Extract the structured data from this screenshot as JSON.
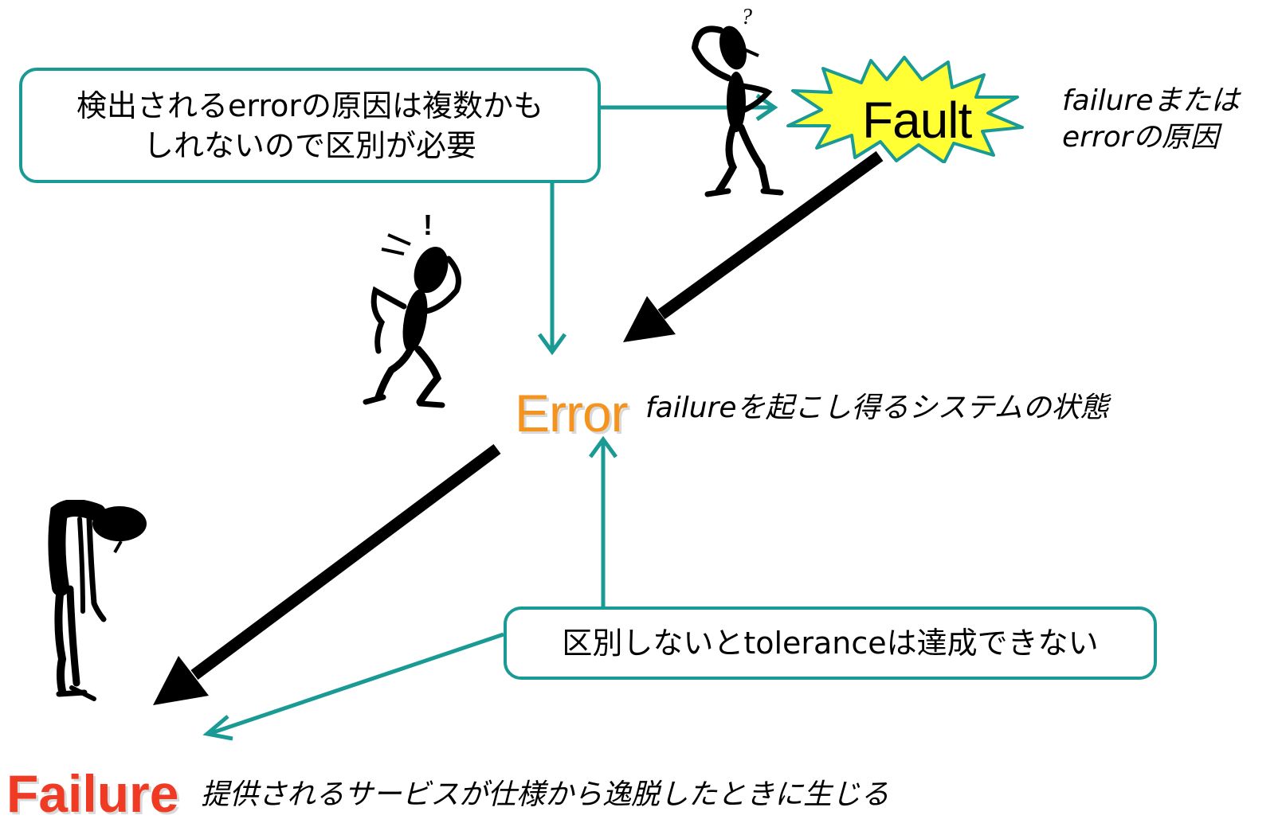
{
  "callouts": {
    "top_line1": "検出されるerrorの原因は複数かも",
    "top_line2": "しれないので区別が必要",
    "bottom": "区別しないとtoleranceは達成できない"
  },
  "terms": {
    "fault": "Fault",
    "error": "Error",
    "failure": "Failure"
  },
  "descriptions": {
    "fault_line1": "failureまたは",
    "fault_line2": "errorの原因",
    "error": "failureを起こし得るシステムの状態",
    "failure": "提供されるサービスが仕様から逸脱したときに生じる"
  },
  "figure_marks": {
    "fault_person": "?",
    "error_person": "!"
  },
  "colors": {
    "callout_border": "#1a9a94",
    "teal_arrow": "#1a9a94",
    "black_arrow": "#000000",
    "error_text": "#f5931f",
    "failure_text": "#ef3b23",
    "fault_burst": "#ffff33"
  },
  "icons": [
    "fault-starburst",
    "confused-person-icon",
    "alarmed-person-icon",
    "dejected-person-icon"
  ]
}
